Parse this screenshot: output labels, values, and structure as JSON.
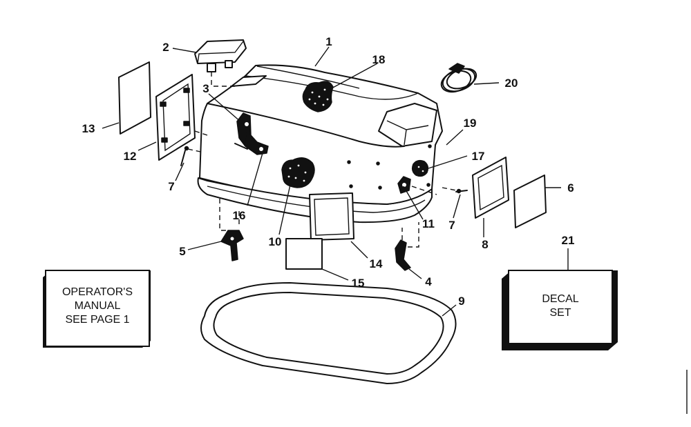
{
  "callouts": {
    "c1": "1",
    "c2": "2",
    "c3": "3",
    "c4": "4",
    "c5": "5",
    "c6": "6",
    "c7a": "7",
    "c7b": "7",
    "c8": "8",
    "c9": "9",
    "c10": "10",
    "c11": "11",
    "c12": "12",
    "c13": "13",
    "c14": "14",
    "c15": "15",
    "c16": "16",
    "c17": "17",
    "c18": "18",
    "c19": "19",
    "c20": "20",
    "c21": "21"
  },
  "manual_box": {
    "line1": "OPERATOR'S",
    "line2": "MANUAL",
    "line3": "SEE PAGE 1"
  },
  "decal_box": {
    "line1": "DECAL",
    "line2": "SET"
  }
}
